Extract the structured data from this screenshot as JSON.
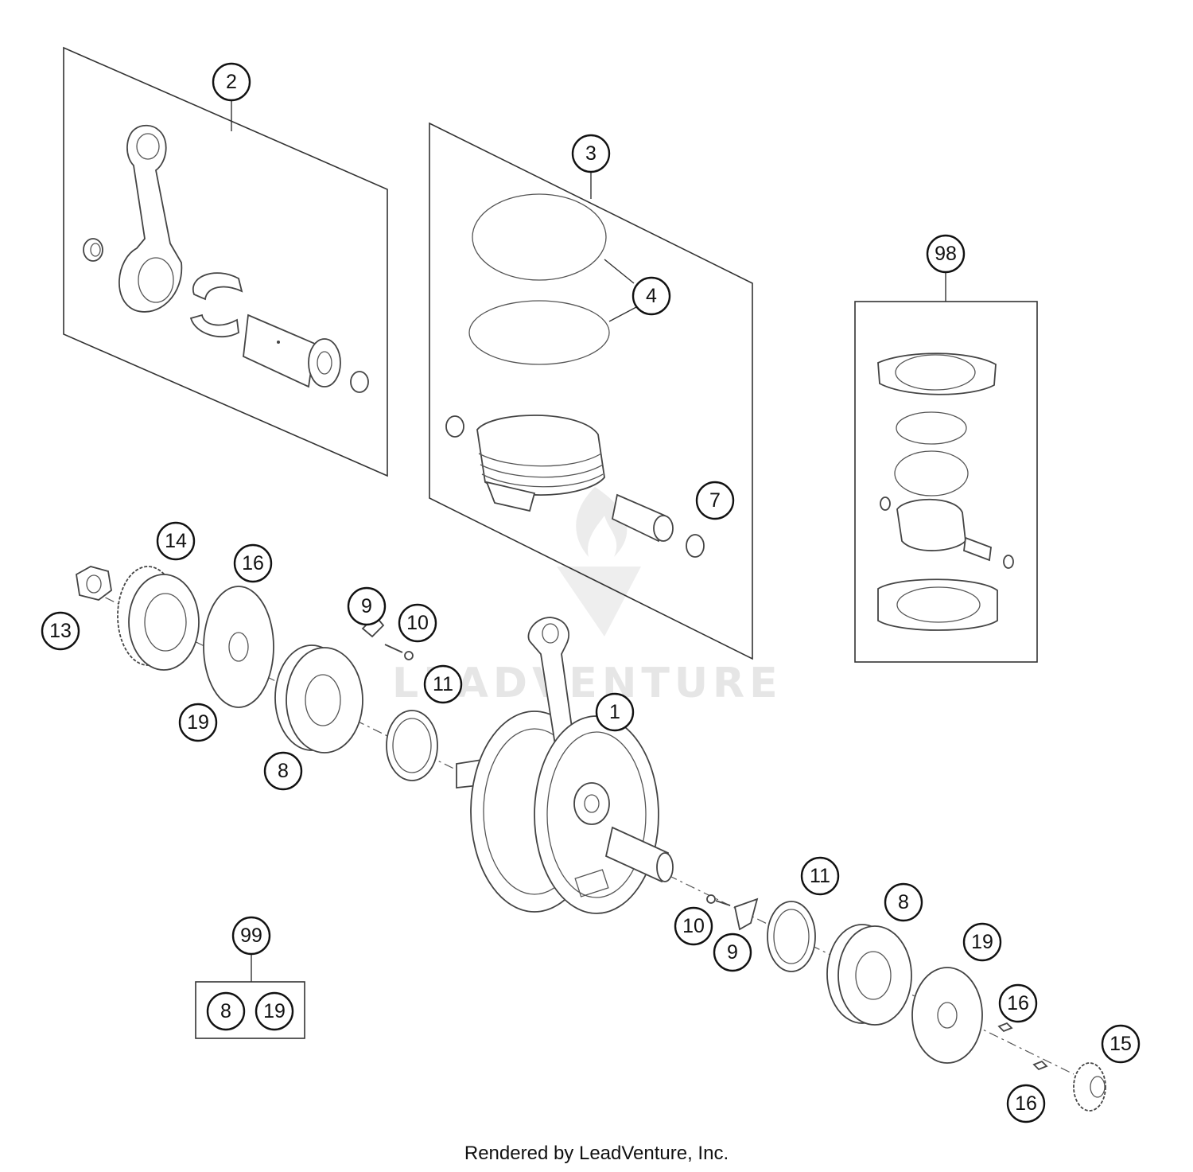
{
  "callouts": {
    "c1": "1",
    "c2": "2",
    "c3": "3",
    "c4": "4",
    "c7": "7",
    "c8a": "8",
    "c8b": "8",
    "c8c": "8",
    "c9a": "9",
    "c9b": "9",
    "c10a": "10",
    "c10b": "10",
    "c11a": "11",
    "c11b": "11",
    "c13": "13",
    "c14": "14",
    "c15": "15",
    "c16a": "16",
    "c16b": "16",
    "c16c": "16",
    "c19a": "19",
    "c19b": "19",
    "c19c": "19",
    "c98": "98",
    "c99": "99"
  },
  "watermark": {
    "text": "LEADVENTURE"
  },
  "footer": {
    "credit": "Rendered by LeadVenture, Inc."
  }
}
